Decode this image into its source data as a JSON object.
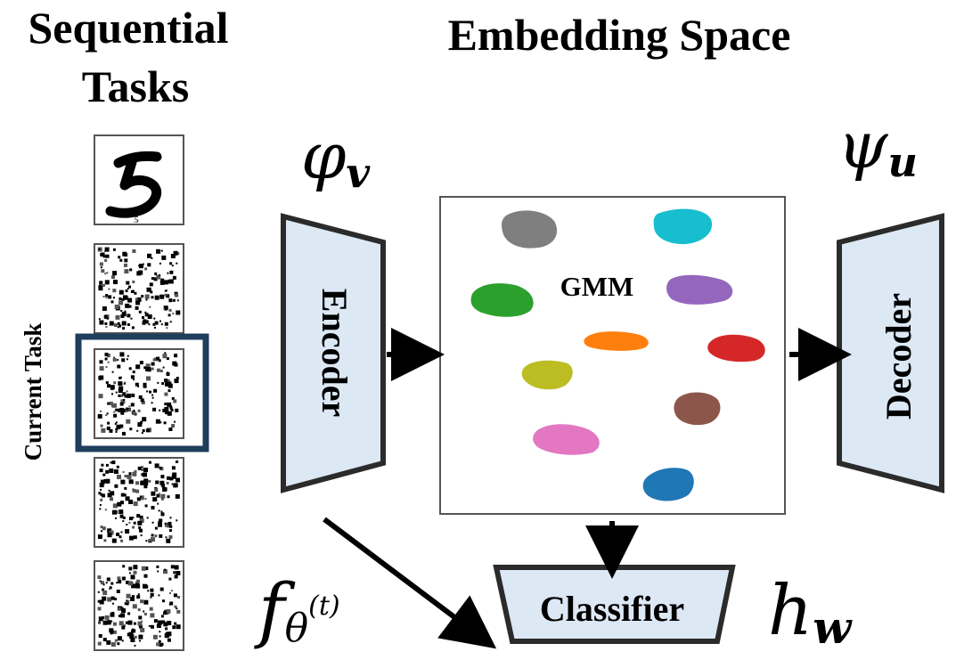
{
  "headings": {
    "sequential_line1": "Sequential",
    "sequential_line2": "Tasks",
    "embedding": "Embedding Space"
  },
  "side_label": "Current Task",
  "symbols": {
    "encoder_phi": "φ",
    "encoder_sub": "v",
    "decoder_psi": "ψ",
    "decoder_sub": "u",
    "classifier_h": "h",
    "classifier_sub": "w",
    "f": "f",
    "f_sub": "θ",
    "f_sup": "(t)"
  },
  "blocks": {
    "encoder": "Encoder",
    "decoder": "Decoder",
    "classifier": "Classifier",
    "gmm": "GMM"
  },
  "tasks": {
    "digit": "5",
    "count": 5,
    "current_index": 2
  },
  "colors": {
    "block_fill": "#dde8f5",
    "block_stroke": "#2b2b2b",
    "highlight": "#1f3d5c",
    "clusters": [
      "#7f7f7f",
      "#17becf",
      "#2ca02c",
      "#9467bd",
      "#ff7f0e",
      "#d62728",
      "#bcbd22",
      "#8c564b",
      "#e377c2",
      "#1f77b4"
    ]
  }
}
